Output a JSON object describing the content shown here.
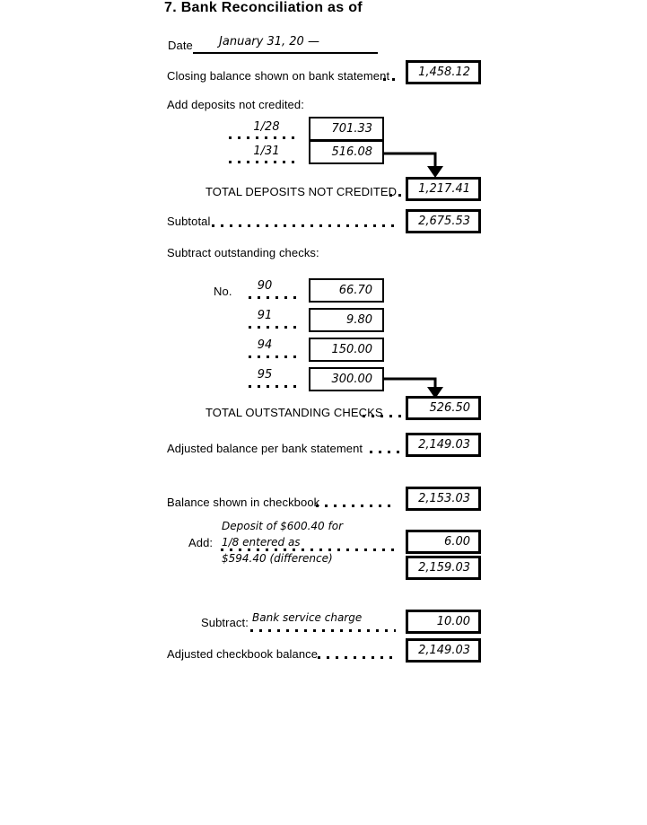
{
  "page": {
    "title": "7. Bank Reconciliation as of",
    "date": {
      "label": "Date",
      "value": "January 31, 20 —"
    }
  },
  "bank": {
    "closing": {
      "label": "Closing balance shown on bank statement",
      "value": "1,458.12"
    },
    "deposits": {
      "heading": "Add deposits not credited:",
      "rows": [
        {
          "date": "1/28",
          "amount": "701.33"
        },
        {
          "date": "1/31",
          "amount": "516.08"
        }
      ],
      "total": {
        "label": "TOTAL DEPOSITS NOT CREDITED",
        "value": "1,217.41"
      }
    },
    "subtotal": {
      "label": "Subtotal",
      "value": "2,675.53"
    },
    "checks": {
      "heading": "Subtract outstanding checks:",
      "no_label": "No.",
      "rows": [
        {
          "number": "90",
          "amount": "66.70"
        },
        {
          "number": "91",
          "amount": "9.80"
        },
        {
          "number": "94",
          "amount": "150.00"
        },
        {
          "number": "95",
          "amount": "300.00"
        }
      ],
      "total": {
        "label": "TOTAL OUTSTANDING CHECKS",
        "value": "526.50"
      }
    },
    "adjusted": {
      "label": "Adjusted balance per bank statement",
      "value": "2,149.03"
    }
  },
  "book": {
    "balance": {
      "label": "Balance shown in checkbook",
      "value": "2,153.03"
    },
    "add": {
      "label": "Add:",
      "note_lines": [
        "Deposit of $600.40 for",
        "1/8 entered as",
        "$594.40 (difference)"
      ],
      "value": "6.00",
      "subtotal": "2,159.03"
    },
    "subtract": {
      "label": "Subtract:",
      "note": "Bank service charge",
      "value": "10.00"
    },
    "adjusted": {
      "label": "Adjusted checkbook balance",
      "value": "2,149.03"
    }
  }
}
